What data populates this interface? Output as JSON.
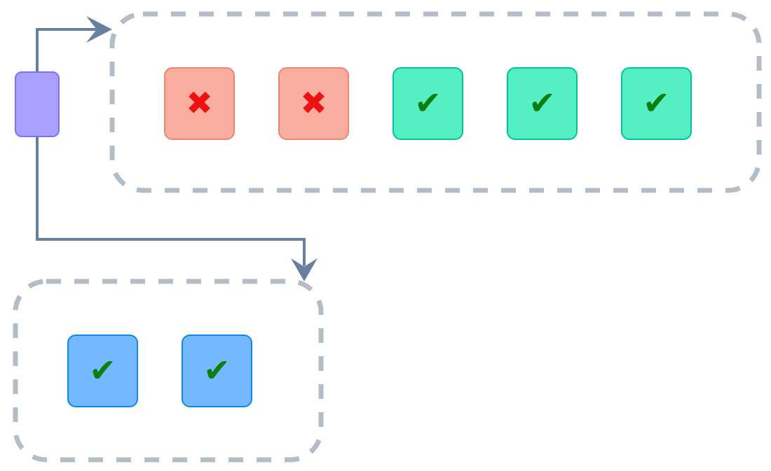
{
  "colors": {
    "source_fill": "#a8a0fc",
    "source_border": "#7d71ef",
    "fail_fill": "#f8ad9e",
    "fail_border": "#eb8673",
    "fail_mark": "#ee1111",
    "pass_fill": "#55efc4",
    "pass_border": "#00c39e",
    "alt_fill": "#74b9ff",
    "alt_border": "#0d87e8",
    "check_mark": "#0b7e0b",
    "arrow": "#67809f",
    "container_border": "#b3bdc7"
  },
  "source_node": {
    "label": ""
  },
  "top_group": {
    "items": [
      {
        "status": "fail",
        "glyph": "✖"
      },
      {
        "status": "fail",
        "glyph": "✖"
      },
      {
        "status": "pass",
        "glyph": "✔"
      },
      {
        "status": "pass",
        "glyph": "✔"
      },
      {
        "status": "pass",
        "glyph": "✔"
      }
    ]
  },
  "bottom_group": {
    "items": [
      {
        "status": "pass",
        "glyph": "✔"
      },
      {
        "status": "pass",
        "glyph": "✔"
      }
    ]
  }
}
